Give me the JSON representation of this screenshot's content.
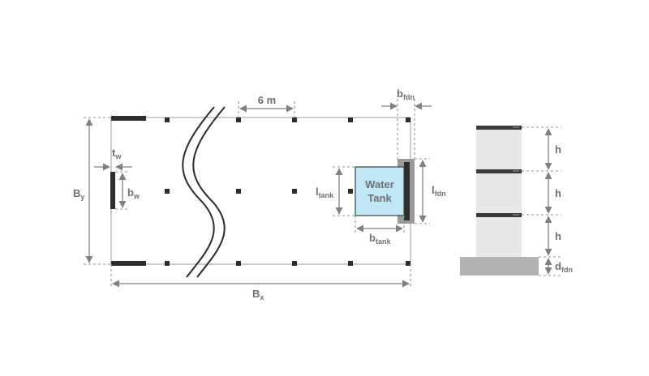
{
  "labels": {
    "spacing": "6 m",
    "b_fdn_main": "b",
    "b_fdn_sub": "fdn",
    "t_w_main": "t",
    "t_w_sub": "w",
    "b_w_main": "b",
    "b_w_sub": "w",
    "B_y_main": "B",
    "B_y_sub": "y",
    "B_x_main": "B",
    "B_x_sub": "x",
    "l_tank_main": "l",
    "l_tank_sub": "tank",
    "b_tank_main": "b",
    "b_tank_sub": "tank",
    "l_fdn_main": "l",
    "l_fdn_sub": "fdn",
    "water_tank_line1": "Water",
    "water_tank_line2": "Tank",
    "h1": "h",
    "h2": "h",
    "h3": "h",
    "d_fdn_main": "d",
    "d_fdn_sub": "fdn"
  },
  "colors": {
    "tank_fill": "#bfe8f6",
    "tank_text": "#707070",
    "dimension": "#808080",
    "column": "#2d2d2d",
    "building_fill": "#e8e8e8",
    "foundation_fill": "#b3b3b3",
    "slab": "#3a3a3a"
  }
}
